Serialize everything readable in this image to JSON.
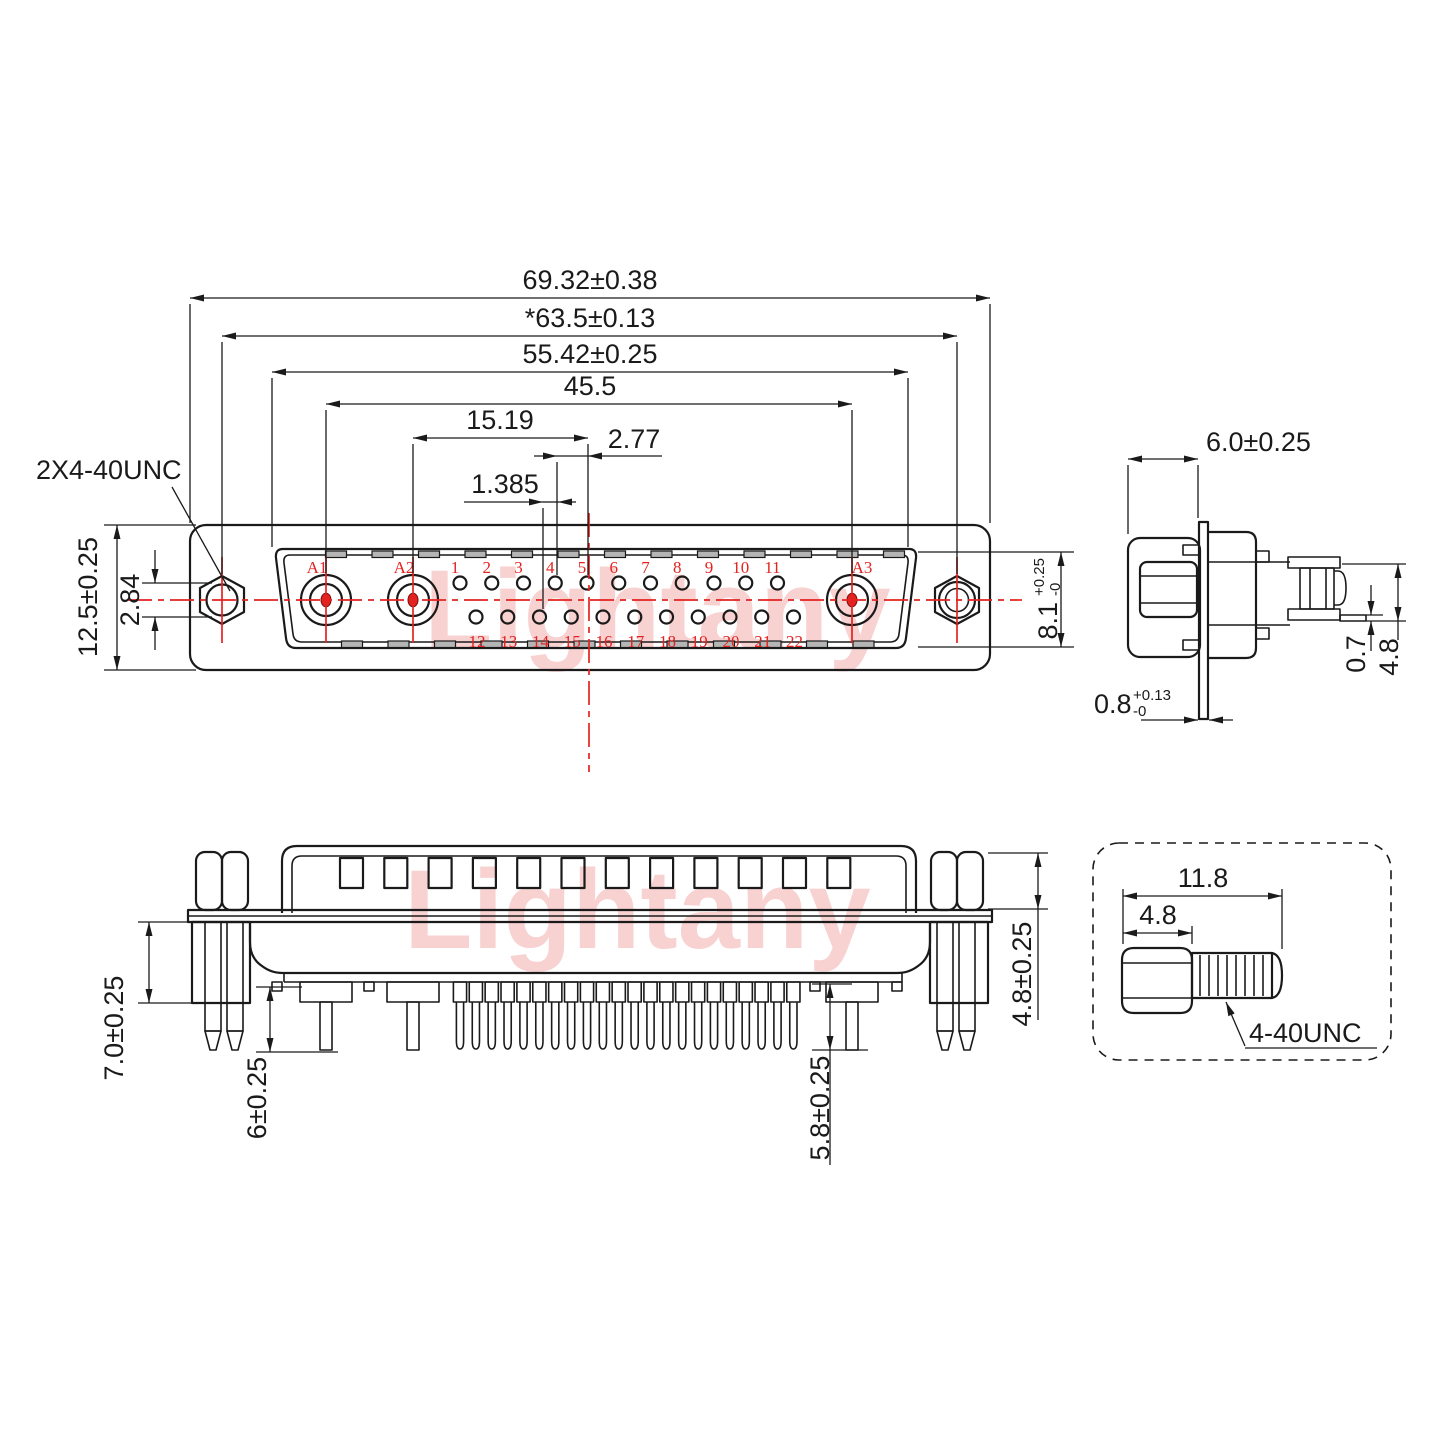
{
  "watermarks": {
    "front": "Lightany",
    "bottom": "Lightany"
  },
  "colors": {
    "line": "#1a1a1a",
    "accent_red": "#e42320",
    "watermark_pink": "#f7caca",
    "indent_gray": "#b5b5b5"
  },
  "front_view": {
    "thread_callout": "2X4-40UNC",
    "dim_overall_width": "69.32±0.38",
    "dim_mounting_spacing": "*63.5±0.13",
    "dim_shroud_width": "55.42±0.25",
    "dim_coax_span": "45.5",
    "dim_a2_to_center": "15.19",
    "dim_pin_pitch": "2.77",
    "dim_row_stagger": "1.385",
    "dim_flange_height": "12.5±0.25",
    "dim_row_gap": "2.84",
    "dim_shroud_height": {
      "value": "8.1",
      "tol_plus": "+0.25",
      "tol_minus": "-0"
    },
    "coax_labels": [
      "A1",
      "A2",
      "A3"
    ],
    "pin_numbers_top": [
      "1",
      "2",
      "3",
      "4",
      "5",
      "6",
      "7",
      "8",
      "9",
      "10",
      "11"
    ],
    "pin_numbers_bottom": [
      "12",
      "13",
      "14",
      "15",
      "16",
      "17",
      "18",
      "19",
      "20",
      "21",
      "22"
    ]
  },
  "side_view": {
    "dim_body_depth": "6.0±0.25",
    "dim_bracket_thickness": {
      "value": "0.8",
      "tol_plus": "+0.13",
      "tol_minus": "-0"
    },
    "dim_pin_tail_thickness": "0.7",
    "dim_contact_height": "4.8"
  },
  "bottom_view": {
    "dim_boss_height": "7.0±0.25",
    "dim_stud_length": "6±0.25",
    "dim_pin_length": "5.8±0.25",
    "dim_standoff_height": "4.8±0.25"
  },
  "detail_view": {
    "dim_total_length": "11.8",
    "dim_hex_length": "4.8",
    "thread_label": "4-40UNC"
  }
}
